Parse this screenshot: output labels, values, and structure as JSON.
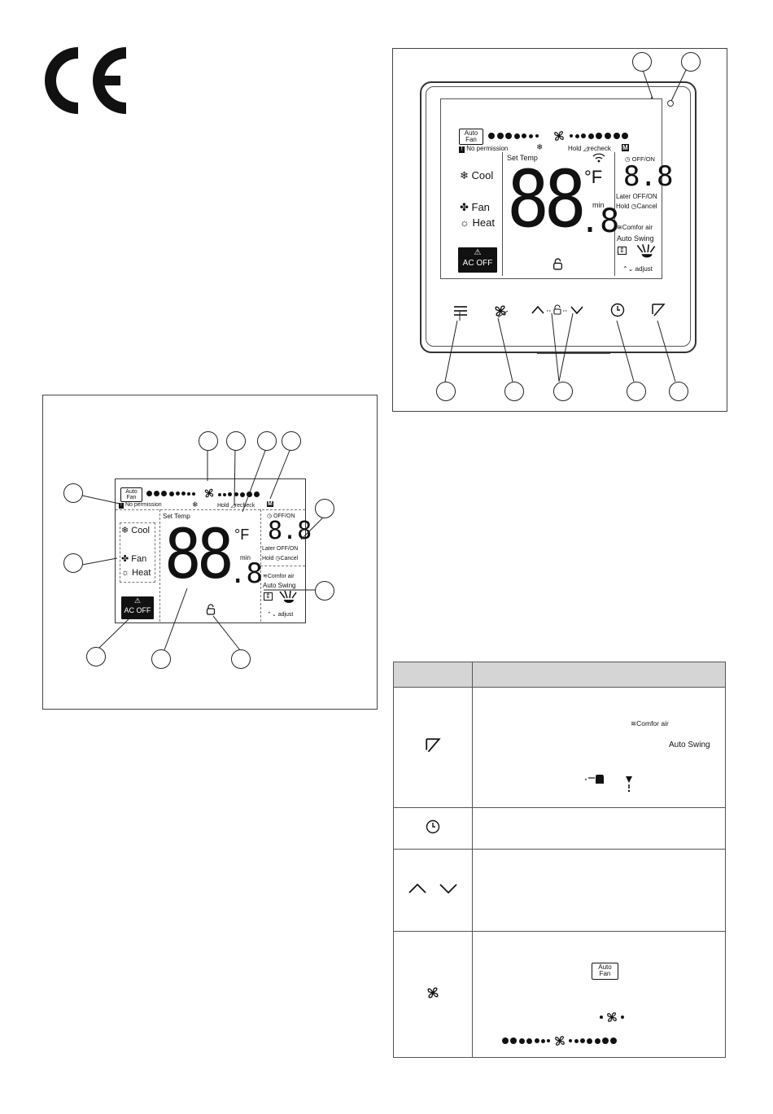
{
  "ce_mark": "CE",
  "display": {
    "auto_fan_line1": "Auto",
    "auto_fan_line2": "Fan",
    "no_permission": "No permission",
    "hold_recheck": "Hold",
    "recheck": "recheck",
    "m_badge": "M",
    "set_temp": "Set Temp",
    "temp_digits": "88",
    "unit_f": "°F",
    "min": "min",
    "decimal_digit": ".8",
    "off_on": "OFF/ON",
    "timer_digits": "8.8",
    "later_off_on": "Later OFF/ON",
    "hold": "Hold",
    "cancel": "Cancel",
    "comfor_air": "Comfor air",
    "auto_swing": "Auto Swing",
    "adjust": "adjust",
    "mode_cool": "Cool",
    "mode_fan": "Fan",
    "mode_heat": "Heat",
    "ac_off": "AC OFF"
  },
  "table": {
    "header_col1": "",
    "header_col2": "",
    "rows": [
      {
        "icon": "swing-icon",
        "texts": [
          "Comfor air",
          "Auto Swing"
        ]
      },
      {
        "icon": "clock-icon",
        "texts": []
      },
      {
        "icon": "up-down-icon",
        "texts": []
      },
      {
        "icon": "fan-icon",
        "texts": [
          "Auto",
          "Fan"
        ]
      }
    ]
  }
}
